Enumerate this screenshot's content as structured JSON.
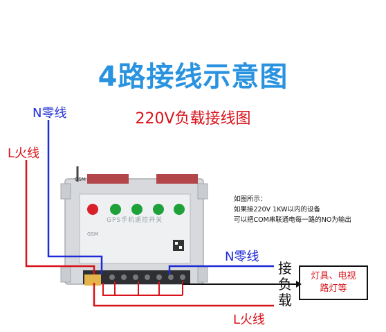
{
  "title": "4路接线示意图",
  "subtitle": "220V负载接线图",
  "labels": {
    "n_top": "N零线",
    "l_top": "L火线",
    "n_right": "N零线",
    "l_bottom": "L火线",
    "load_vertical": [
      "接",
      "负",
      "载"
    ],
    "load_box": [
      "灯具、电视",
      "路灯等"
    ]
  },
  "note": [
    "如图所示：",
    "如果接220V 1KW以内的设备",
    "可以把COM串联通电每一路的NO为输出"
  ],
  "device": {
    "panel_label": "GPS手机遥控开关",
    "model": "GSM",
    "antenna_tag": "GSM"
  },
  "colors": {
    "blue": "#1f2bd6",
    "red": "#d8121a",
    "title": "#2a93e0",
    "led_green": "#1fa13a"
  }
}
